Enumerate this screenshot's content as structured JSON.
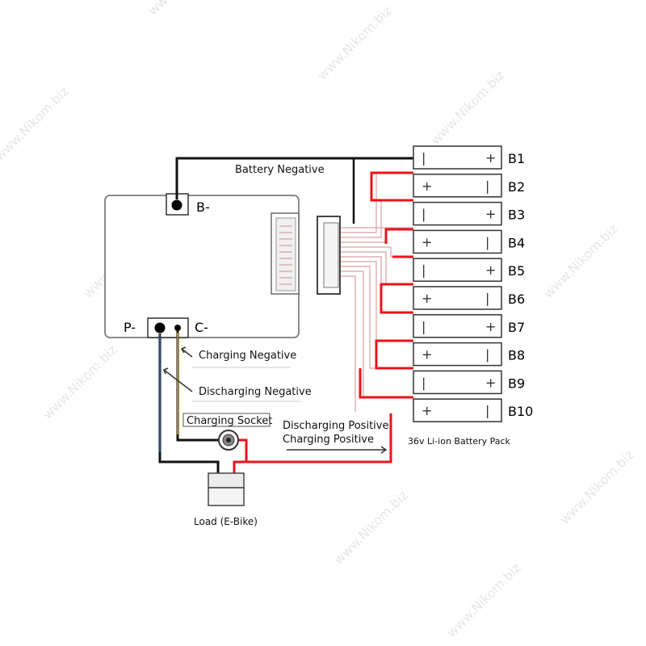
{
  "watermark": "www.Nikom.biz",
  "bms": {
    "terminal_b_minus": "B-",
    "terminal_p_minus": "P-",
    "terminal_c_minus": "C-"
  },
  "labels": {
    "battery_negative": "Battery Negative",
    "charging_negative": "Charging Negative",
    "discharging_negative": "Discharging Negative",
    "charging_socket": "Charging Socket",
    "discharging_positive": "Discharging Positive",
    "charging_positive": "Charging Positive",
    "battery_pack": "36v Li-ion Battery Pack",
    "load": "Load (E-Bike)"
  },
  "cells": [
    {
      "label": "B1",
      "left": "|",
      "right": "+"
    },
    {
      "label": "B2",
      "left": "+",
      "right": "|"
    },
    {
      "label": "B3",
      "left": "|",
      "right": "+"
    },
    {
      "label": "B4",
      "left": "+",
      "right": "|"
    },
    {
      "label": "B5",
      "left": "|",
      "right": "+"
    },
    {
      "label": "B6",
      "left": "+",
      "right": "|"
    },
    {
      "label": "B7",
      "left": "|",
      "right": "+"
    },
    {
      "label": "B8",
      "left": "+",
      "right": "|"
    },
    {
      "label": "B9",
      "left": "|",
      "right": "+"
    },
    {
      "label": "B10",
      "left": "+",
      "right": "|"
    }
  ],
  "colors": {
    "positive_wire": "#e8141b",
    "negative_wire": "#111111",
    "balance_wire": "#d9a0a0",
    "p_minus_wire_accent": "#3a76c4",
    "c_minus_wire_accent": "#f0e020"
  }
}
